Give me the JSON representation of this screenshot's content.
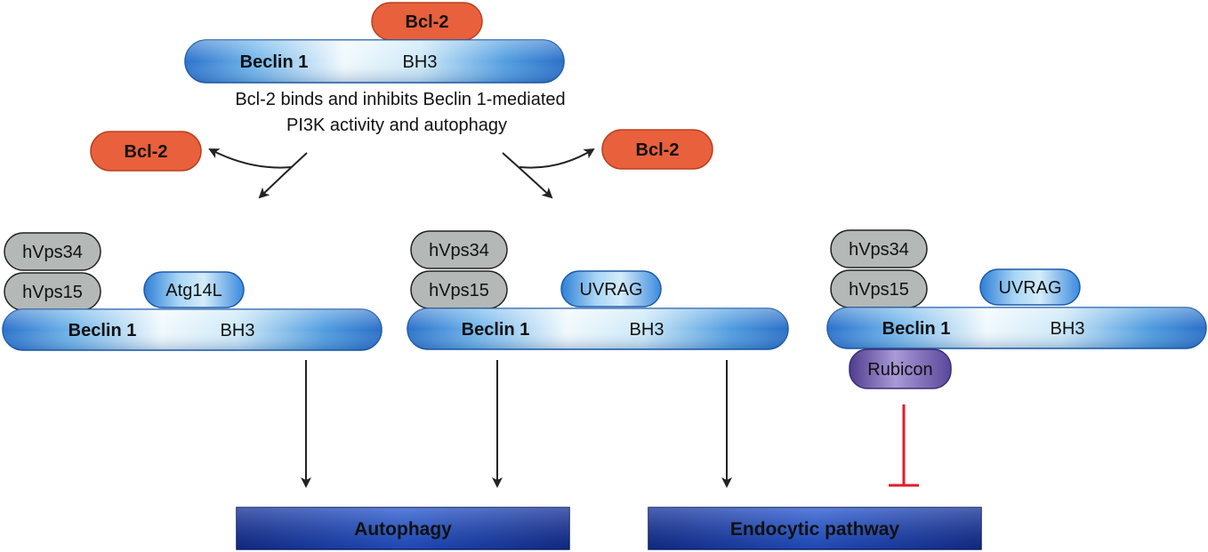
{
  "top": {
    "bcl2_label": "Bcl-2",
    "beclin_label": "Beclin 1",
    "bh3_label": "BH3",
    "caption_line1": "Bcl-2 binds and inhibits Beclin 1-mediated",
    "caption_line2": "PI3K activity and autophagy",
    "released_left_label": "Bcl-2",
    "released_right_label": "Bcl-2"
  },
  "complexes": [
    {
      "vps34_label": "hVps34",
      "vps15_label": "hVps15",
      "partner_label": "Atg14L",
      "beclin_label": "Beclin 1",
      "bh3_label": "BH3"
    },
    {
      "vps34_label": "hVps34",
      "vps15_label": "hVps15",
      "partner_label": "UVRAG",
      "beclin_label": "Beclin 1",
      "bh3_label": "BH3"
    },
    {
      "vps34_label": "hVps34",
      "vps15_label": "hVps15",
      "partner_label": "UVRAG",
      "beclin_label": "Beclin 1",
      "bh3_label": "BH3",
      "inhibitor_label": "Rubicon"
    }
  ],
  "outcomes": {
    "autophagy_label": "Autophagy",
    "endocytic_label": "Endocytic pathway"
  },
  "colors": {
    "bcl2": "#e8603c",
    "beclin_dark": "#2f7fd6",
    "beclin_light": "#eef8fd",
    "vps": "#b4b8b6",
    "rubicon": "#7a5fb0",
    "outcome": "#1c3fb0",
    "inhibition": "#e01e2a"
  }
}
